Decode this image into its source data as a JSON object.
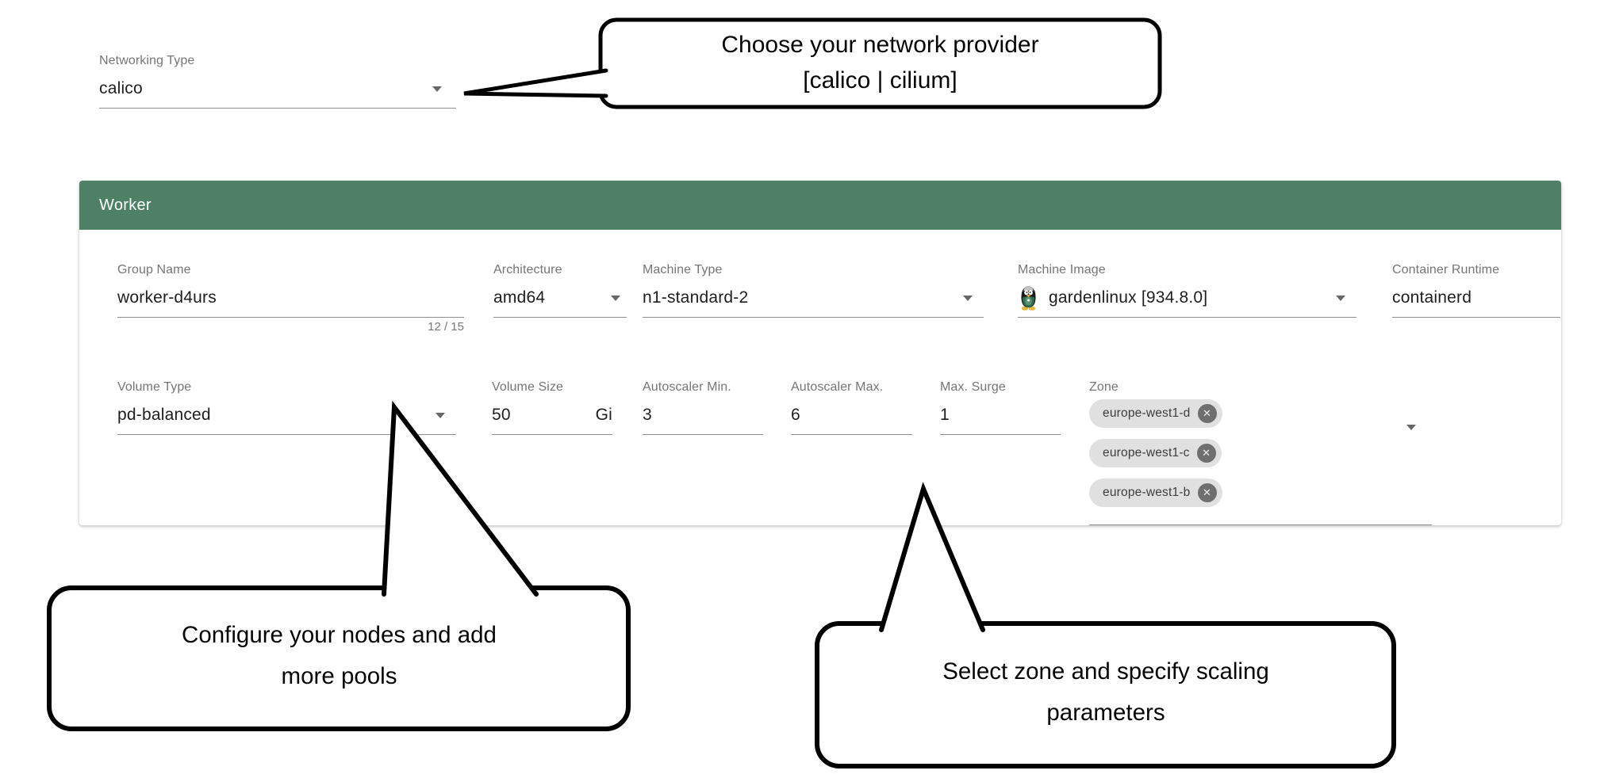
{
  "networking": {
    "label": "Networking Type",
    "value": "calico"
  },
  "worker": {
    "title": "Worker",
    "fields": {
      "group_name": {
        "label": "Group Name",
        "value": "worker-d4urs",
        "counter": "12 / 15"
      },
      "architecture": {
        "label": "Architecture",
        "value": "amd64"
      },
      "machine_type": {
        "label": "Machine Type",
        "value": "n1-standard-2"
      },
      "machine_image": {
        "label": "Machine Image",
        "value": "gardenlinux [934.8.0]",
        "icon": "gardenlinux-penguin"
      },
      "container_runtime": {
        "label": "Container Runtime",
        "value": "containerd"
      },
      "volume_type": {
        "label": "Volume Type",
        "value": "pd-balanced"
      },
      "volume_size": {
        "label": "Volume Size",
        "value": "50",
        "unit": "Gi"
      },
      "autoscaler_min": {
        "label": "Autoscaler Min.",
        "value": "3"
      },
      "autoscaler_max": {
        "label": "Autoscaler Max.",
        "value": "6"
      },
      "max_surge": {
        "label": "Max. Surge",
        "value": "1"
      },
      "zone": {
        "label": "Zone",
        "chips": [
          "europe-west1-d",
          "europe-west1-c",
          "europe-west1-b"
        ],
        "remove_glyph": "✕"
      }
    }
  },
  "callouts": {
    "network": {
      "line1": "Choose your network provider",
      "line2": "[calico | cilium]"
    },
    "nodes": {
      "line1": "Configure your nodes and add",
      "line2": "more pools"
    },
    "zones": {
      "line1": "Select zone and specify scaling",
      "line2": "parameters"
    }
  },
  "colors": {
    "header_green": "#4d8064",
    "chip_bg": "#e0e0e0",
    "chip_x_bg": "#6f6f6f",
    "label_gray": "#757575",
    "underline_gray": "#8e8e8e",
    "value_text": "#1e1e1e"
  }
}
